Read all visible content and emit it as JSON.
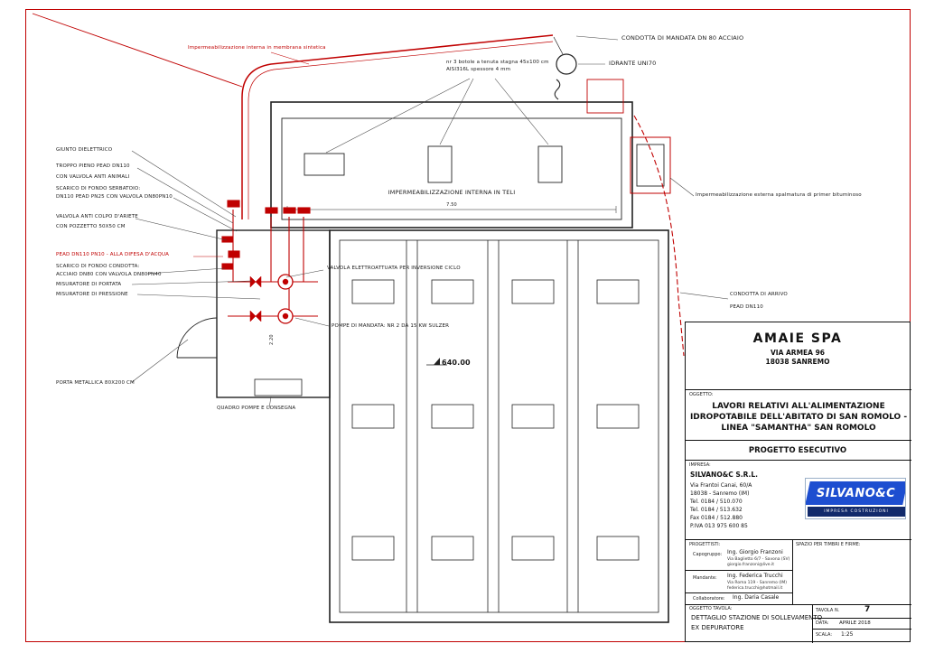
{
  "annotations": {
    "membrana": "Impermeabilizzazione interna in membrana sintetica",
    "condotta_mandata": "CONDOTTA DI MANDATA DN 80 ACCIAIO",
    "idrante": "IDRANTE UNI70",
    "botole_1": "nr 3 botole a tenuta stagna 45x100 cm",
    "botole_2": "AISI316L spessore 4 mm",
    "teli": "IMPERMEABILIZZAZIONE INTERNA IN TELI",
    "imperm_esterna": "Impermeabilizzazione esterna spalmatura di primer bituminoso",
    "giunto": "GIUNTO DIELETTRICO",
    "troppo_pieno": "TROPPO PIENO PEAD DN110",
    "valvola_animali": "CON VALVOLA ANTI ANIMALI",
    "scarico_serbatoio_1": "SCARICO DI FONDO SERBATOIO:",
    "scarico_serbatoio_2": "DN110 PEAD PN25 CON VALVOLA DN80PN10",
    "valvola_ariete": "VALVOLA ANTI COLPO D'ARIETE",
    "pozzetto": "CON POZZETTO 50X50 CM",
    "pead_difesa": "PEAD DN110 PN10 - ALLA DIFESA D'ACQUA",
    "scarico_condotta_1": "SCARICO DI FONDO CONDOTTA:",
    "scarico_condotta_2": "ACCIAIO DN80 CON VALVOLA DN80PN40",
    "mis_portata": "MISURATORE DI PORTATA",
    "mis_pressione": "MISURATORE DI PRESSIONE",
    "porta": "PORTA METALLICA 80X200 CM",
    "quadro": "QUADRO POMPE E CONSEGNA",
    "valvola_elettro": "VALVOLA ELETTROATTUATA PER INVERSIONE CICLO",
    "pompe": "POMPE DI MANDATA: NR 2 DA 15 KW SULZER",
    "quota": "640.00",
    "arrivo_1": "CONDOTTA DI ARRIVO",
    "arrivo_2": "PEAD DN110",
    "dim_tank": "7.50",
    "dim_room": "2.20"
  },
  "title_block": {
    "client": {
      "name": "AMAIE SPA",
      "address1": "VIA ARMEA 96",
      "address2": "18038 SANREMO"
    },
    "oggetto_label": "OGGETTO:",
    "oggetto": "LAVORI RELATIVI ALL'ALIMENTAZIONE IDROPOTABILE DELL'ABITATO DI SAN ROMOLO - LINEA \"SAMANTHA\" SAN ROMOLO",
    "fase": "PROGETTO ESECUTIVO",
    "impresa_label": "IMPRESA:",
    "impresa": {
      "name": "SILVANO&C S.R.L.",
      "lines": [
        "Via Frantoi Canai, 60/A",
        "18038 - Sanremo (IM)",
        "Tel. 0184 / 510.070",
        "Tel. 0184 / 513.632",
        "Fax 0184 / 512.880",
        "P.IVA 013 975 600 85"
      ],
      "logo_name": "SILVANO&C",
      "logo_sub": "IMPRESA COSTRUZIONI"
    },
    "progettisti_label": "PROGETTISTI:",
    "capogruppo_label": "Capogruppo:",
    "capogruppo": {
      "name": "Ing. Giorgio Franzoni",
      "line1": "Via Baglietto 6/7 - Savona (SV)",
      "line2": "giorgio.franzoni@live.it"
    },
    "mandante_label": "Mandante:",
    "mandante": {
      "name": "Ing. Federica Trucchi",
      "line1": "Via Roma 119 - Sanremo (IM)",
      "line2": "federica.trucchi@hotmail.it"
    },
    "spazio_timbri": "SPAZIO PER TIMBRI E FIRME:",
    "collaboratore_label": "Collaboratore:",
    "collaboratore": "Ing. Daria Casale",
    "oggetto_tavola_label": "OGGETTO TAVOLA:",
    "oggetto_tavola_1": "DETTAGLIO STAZIONE DI SOLLEVAMENTO",
    "oggetto_tavola_2": "EX DEPURATORE",
    "tavola_label": "TAVOLA N.",
    "tavola_n": "7",
    "data_label": "DATA:",
    "data_value": "APRILE 2018",
    "scala_label": "SCALA:",
    "scala_value": "1:25"
  },
  "colors": {
    "line_red": "#c00000",
    "line_black": "#1a1a1a",
    "logo_blue": "#1d4ed0",
    "logo_navy": "#122a6b"
  }
}
